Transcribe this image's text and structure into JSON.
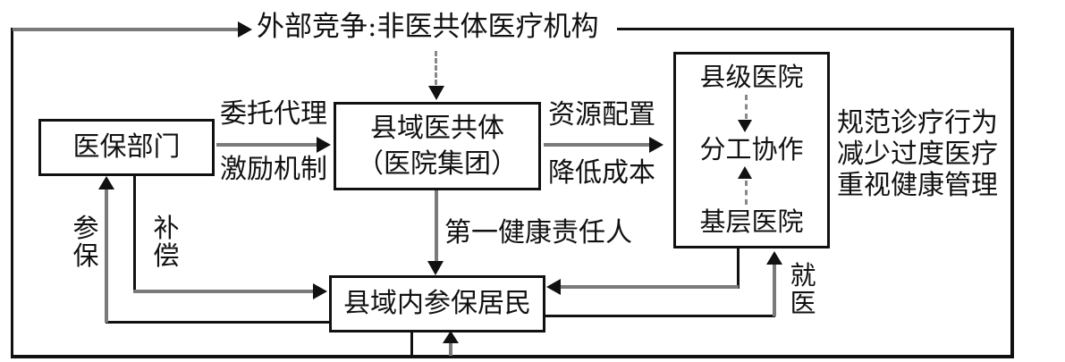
{
  "diagram": {
    "top_label": "外部竞争:非医共体医疗机构",
    "boxes": {
      "insurance_dept": "医保部门",
      "community_line1": "县域医共体",
      "community_line2": "（医院集团）",
      "county_hospital": "县级医院",
      "collaboration": "分工协作",
      "grassroots_hospital": "基层医院",
      "residents": "县域内参保居民"
    },
    "edge_labels": {
      "delegation": "委托代理",
      "incentive": "激励机制",
      "resource_allocation": "资源配置",
      "cost_reduction": "降低成本",
      "first_health_responsible": "第一健康责任人",
      "enroll_insurance": "参保",
      "compensation": "补偿",
      "seek_care": "就医"
    },
    "side_note": {
      "line1": "规范诊疗行为",
      "line2": "减少过度医疗",
      "line3": "重视健康管理"
    },
    "colors": {
      "line": "#111111",
      "arrow_shaft": "#7a7a7a",
      "dashed": "#888888",
      "background": "#ffffff"
    }
  }
}
